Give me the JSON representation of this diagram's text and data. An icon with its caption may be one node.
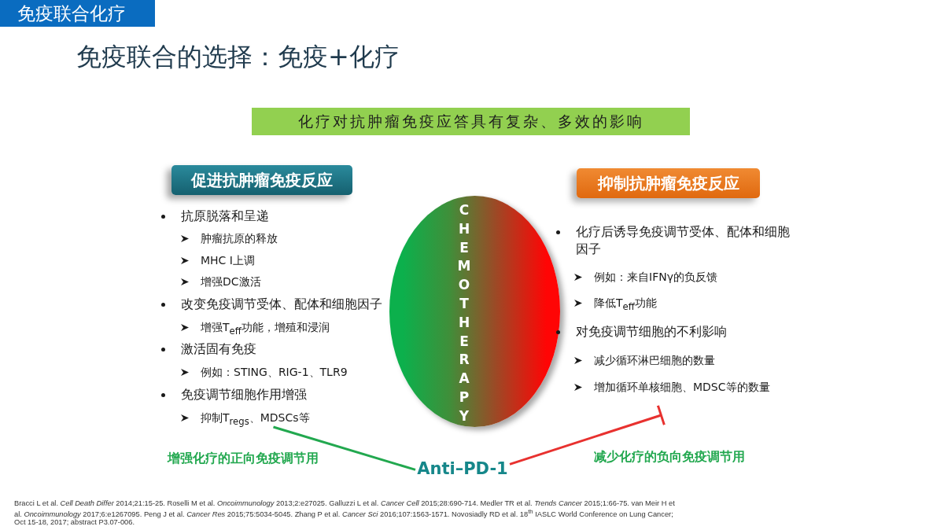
{
  "diagram": {
    "title": "免疫联合的选择：免疫+化疗",
    "nodes": [
      {
        "text": [
          "免疫联合化疗"
        ]
      },
      {
        "text": [
          "化疗对抗肿瘤免疫应答具有复杂、多效的影响"
        ]
      },
      {
        "text": [
          "促进抗肿瘤免疫反应"
        ]
      },
      {
        "text": [
          "抑制抗肿瘤免疫反应"
        ]
      },
      {
        "text": [
          "抗原脱落和呈递",
          "肿瘤抗原的释放",
          "MHC I上调",
          "增强DC激活",
          "改变免疫调节受体、配体和细胞因子",
          "增强T$_{eff}$功能，增殖和浸润",
          "激活固有免疫",
          "例如：STING、RIG-1、TLR9",
          "免疫调节细胞作用增强",
          "抑制T$_{regs}$、MDSCs等"
        ]
      },
      {
        "text": [
          "CHEMOTHERAPY"
        ]
      },
      {
        "text": [
          "化疗后诱导免疫调节受体、配体和细胞因子",
          "例如：来自IFNγ的负反馈",
          "降低T$_{eff}$功能",
          "对免疫调节细胞的不利影响",
          "减少循环淋巴细胞的数量",
          "增加循环单核细胞、MDSC等的数量"
        ]
      },
      {
        "text": [
          "Anti–PD-1"
        ]
      }
    ],
    "edges": [
      {
        "from": 7,
        "to": 4,
        "arrow": "none",
        "label": "增强化疗的正向免疫调节用",
        "color": "#22a84f"
      },
      {
        "from": 7,
        "to": 6,
        "arrow": "other",
        "label": "减少化疗的负向免疫调节用",
        "color": "#e8312f"
      }
    ],
    "labels": [
      "Bracci L et al. *Cell Death Differ* 2014;21:15-25. Roselli M et al. *Oncoimmunology* 2013;2:e27025. Galluzzi L et al. *Cancer Cell* 2015;28:690-714. Medler TR et al. *Trends Cancer* 2015;1:66-75. van Meir H et al. *Oncoimmunology* 2017;6:e1267095. Peng J et al. *Cancer Res* 2015;75:5034-5045. Zhang P et al. *Cancer Sci* 2016;107:1563-1571. Novosiadly RD et al. 18$^{th}$ IASLC World Conference on Lung Cancer; Oct 15-18, 2017; abstract P3.07-006."
    ]
  }
}
